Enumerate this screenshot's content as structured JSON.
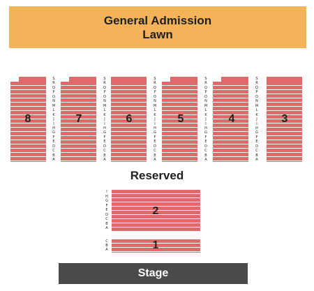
{
  "lawn": {
    "line1": "General Admission",
    "line2": "Lawn"
  },
  "sections": {
    "s8": "8",
    "s7": "7",
    "s6": "6",
    "s5": "5",
    "s4": "4",
    "s3": "3",
    "s2": "2",
    "s1": "1"
  },
  "upper_rows": [
    "S",
    "R",
    "Q",
    "P",
    "O",
    "N",
    "M",
    "L",
    "K",
    "J",
    "I",
    "H",
    "G",
    "F",
    "E",
    "D",
    "C",
    "B",
    "A"
  ],
  "reserved_label": "Reserved",
  "section2_rows": [
    "I",
    "H",
    "G",
    "F",
    "E",
    "D",
    "C",
    "B",
    "A"
  ],
  "section1_rows": [
    "C",
    "B",
    "A"
  ],
  "stage_label": "Stage",
  "colors": {
    "lawn": "#f4b259",
    "seats": "#e06a6a",
    "stage": "#4a4a4a"
  }
}
